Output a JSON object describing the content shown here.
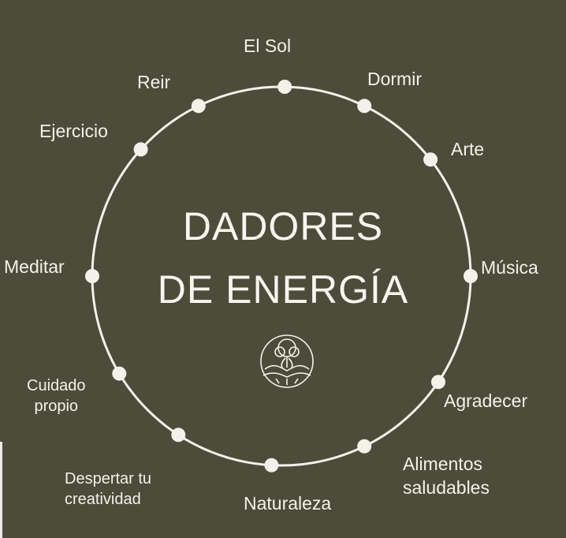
{
  "title": {
    "line1": "DADORES",
    "line2": "DE ENERGÍA"
  },
  "colors": {
    "background": "#4b4c39",
    "foreground": "#f3f2ea"
  },
  "emblem_icon": "tree-roots-emblem-icon",
  "items": [
    {
      "id": "el-sol",
      "label": "El Sol"
    },
    {
      "id": "dormir",
      "label": "Dormir"
    },
    {
      "id": "arte",
      "label": "Arte"
    },
    {
      "id": "musica",
      "label": "Música"
    },
    {
      "id": "agradecer",
      "label": "Agradecer"
    },
    {
      "id": "alimentos-saludables",
      "label": "Alimentos\nsaludables"
    },
    {
      "id": "naturaleza",
      "label": "Naturaleza"
    },
    {
      "id": "despertar-tu-creatividad",
      "label": "Despertar tu\ncreatividad"
    },
    {
      "id": "cuidado-propio",
      "label": "Cuidado\npropio"
    },
    {
      "id": "meditar",
      "label": "Meditar"
    },
    {
      "id": "ejercicio",
      "label": "Ejercicio"
    },
    {
      "id": "reir",
      "label": "Reir"
    }
  ]
}
